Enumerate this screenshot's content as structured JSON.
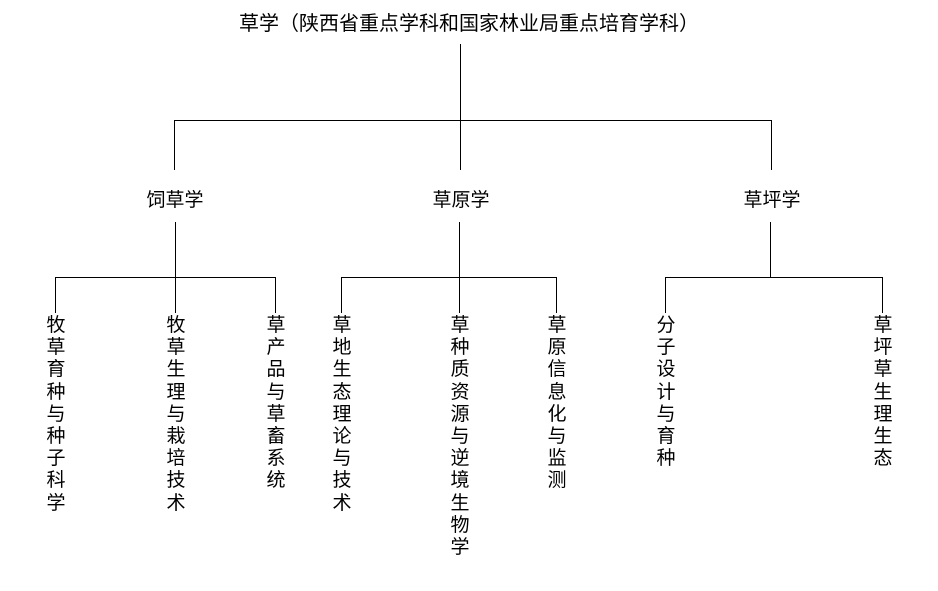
{
  "diagram": {
    "type": "organizational-tree",
    "orientation": "top-down",
    "line_color": "#000000",
    "background_color": "#ffffff",
    "text_color": "#000000",
    "root": {
      "label": "草学（陕西省重点学科和国家林业局重点培育学科）"
    },
    "branches": [
      {
        "label": "饲草学",
        "leaves": [
          {
            "label": "牧草育种与种子科学"
          },
          {
            "label": "牧草生理与栽培技术"
          },
          {
            "label": "草产品与草畜系统"
          }
        ]
      },
      {
        "label": "草原学",
        "leaves": [
          {
            "label": "草地生态理论与技术"
          },
          {
            "label": "草种质资源与逆境生物学"
          },
          {
            "label": "草原信息化与监测"
          }
        ]
      },
      {
        "label": "草坪学",
        "leaves": [
          {
            "label": "分子设计与育种"
          },
          {
            "label": "草坪草生理生态"
          }
        ]
      }
    ]
  }
}
